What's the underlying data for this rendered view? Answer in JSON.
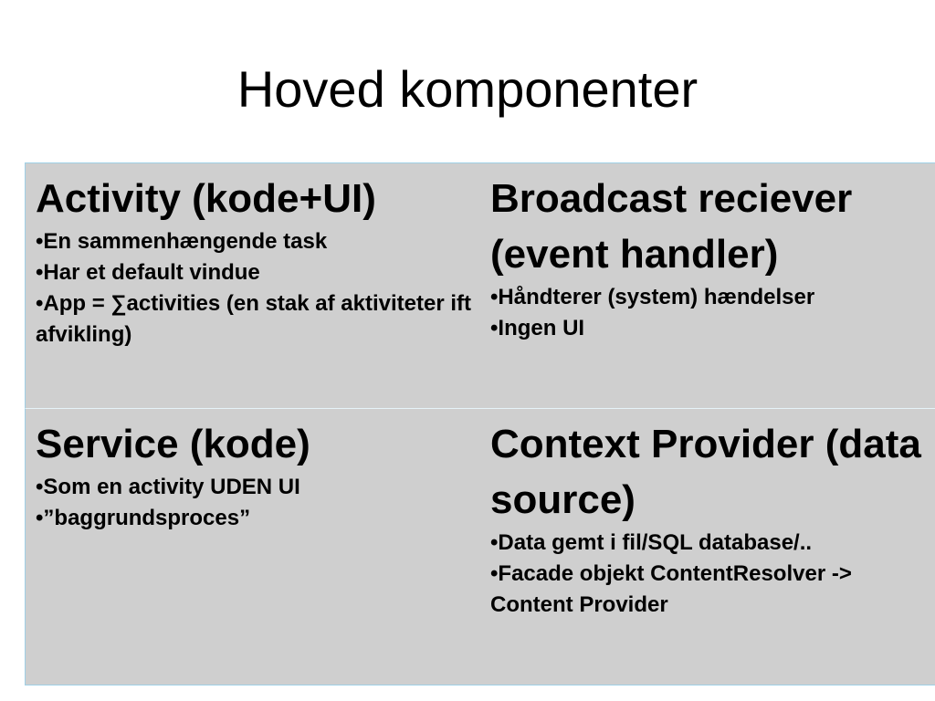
{
  "slide": {
    "title": "Hoved komponenter"
  },
  "cells": {
    "activity": {
      "heading": "Activity (kode+UI)",
      "bullets": [
        "•En sammenhængende task",
        "•Har et default vindue",
        "•App = ∑activities (en stak af aktiviteter ift afvikling)"
      ]
    },
    "broadcast": {
      "heading": "Broadcast reciever (event handler)",
      "bullets": [
        "•Håndterer (system) hændelser",
        "•Ingen UI"
      ]
    },
    "service": {
      "heading": "Service (kode)",
      "bullets": [
        "•Som en activity UDEN UI",
        "•”baggrundsproces”"
      ]
    },
    "provider": {
      "heading": "Context Provider (data source)",
      "bullets": [
        "•Data gemt i fil/SQL database/..",
        "•Facade objekt ContentResolver -> Content Provider"
      ]
    }
  },
  "colors": {
    "cell_background": "#cfcfcf",
    "border_accent": "#9fd0e6"
  }
}
